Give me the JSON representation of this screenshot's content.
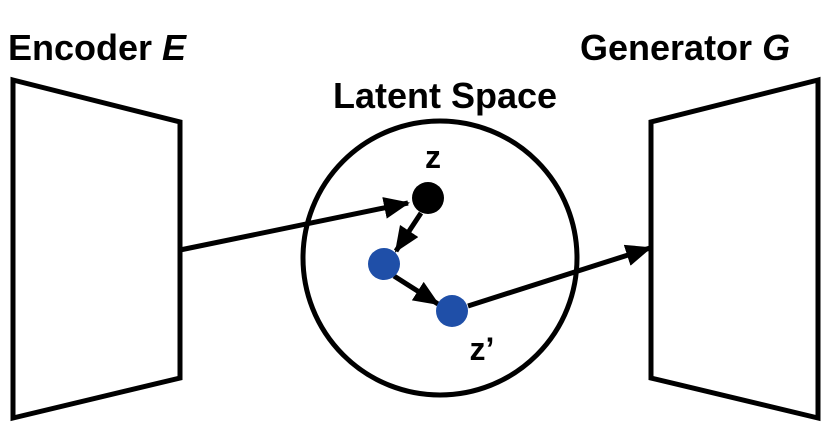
{
  "encoder": {
    "label_prefix": "Encoder ",
    "label_var": "E"
  },
  "generator": {
    "label_prefix": "Generator ",
    "label_var": "G"
  },
  "latent_space": {
    "title": "Latent Space",
    "points": [
      {
        "id": "z",
        "label": "z",
        "color": "#000000"
      },
      {
        "id": "intermediate",
        "label": "",
        "color": "#1f4fa8"
      },
      {
        "id": "z-prime",
        "label": "z’",
        "color": "#1f4fa8"
      }
    ]
  },
  "colors": {
    "stroke": "#000000",
    "point_blue": "#1f4fa8",
    "point_black": "#000000",
    "background": "#ffffff"
  }
}
